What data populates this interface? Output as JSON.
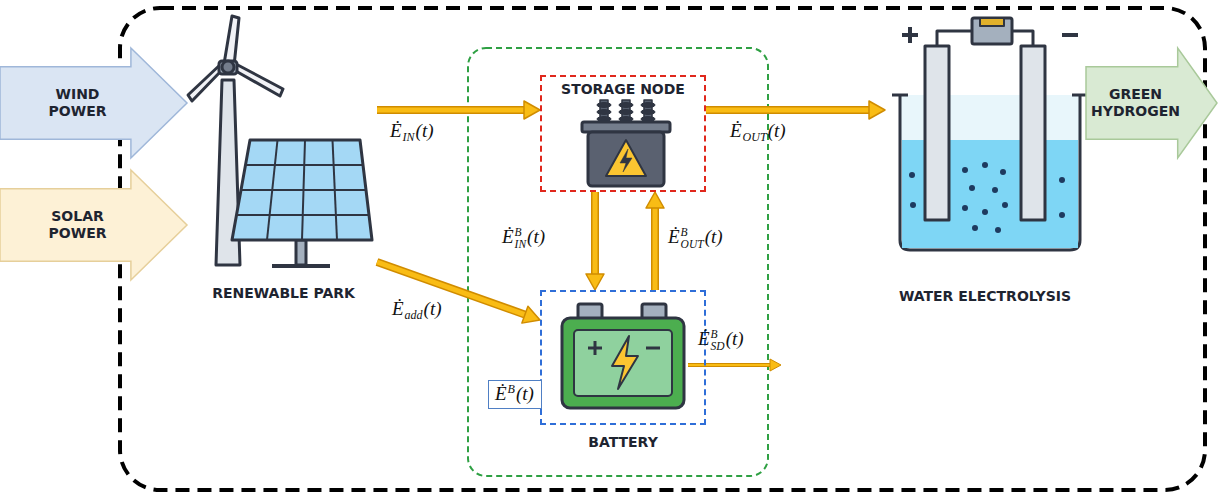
{
  "diagram": {
    "nodes": [
      {
        "text": [
          "WIND POWER"
        ]
      },
      {
        "text": [
          "SOLAR POWER"
        ]
      },
      {
        "text": [
          "RENEWABLE PARK"
        ]
      },
      {
        "text": [
          "STORAGE NODE"
        ]
      },
      {
        "text": [
          "BATTERY"
        ]
      },
      {
        "text": [
          "ĖB(t)"
        ],
        "in": 4
      },
      {
        "text": [
          "WATER ELECTROLYSIS"
        ]
      },
      {
        "text": [
          "GREEN HYDROGEN"
        ]
      }
    ],
    "edges": [
      {
        "from": 2,
        "to": 3,
        "arrow": "to",
        "label": "ĖIN(t)"
      },
      {
        "from": 3,
        "to": 6,
        "arrow": "to",
        "label": "ĖOUT(t)"
      },
      {
        "from": 3,
        "to": 4,
        "arrow": "to",
        "label": "ĖBIN(t)"
      },
      {
        "from": 4,
        "to": 3,
        "arrow": "to",
        "label": "ĖBOUT(t)"
      },
      {
        "from": 2,
        "to": 4,
        "arrow": "to",
        "label": "Ėadd(t)"
      }
    ],
    "labels": [
      "ĖBSD(t)"
    ]
  }
}
